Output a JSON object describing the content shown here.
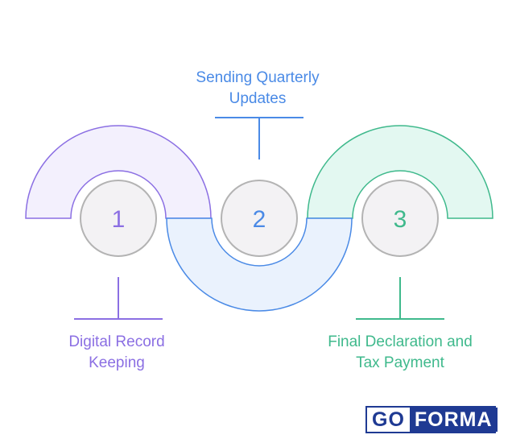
{
  "diagram": {
    "steps": [
      {
        "number": "1",
        "label_lines": [
          "Digital Record",
          "Keeping"
        ],
        "color": "#8b6fe3",
        "fill": "#f3f0fd"
      },
      {
        "number": "2",
        "label_lines": [
          "Sending Quarterly",
          "Updates"
        ],
        "color": "#4a8ae6",
        "fill": "#eaf2fd"
      },
      {
        "number": "3",
        "label_lines": [
          "Final Declaration and",
          "Tax Payment"
        ],
        "color": "#3fb98c",
        "fill": "#e3f8f1"
      }
    ],
    "circle_fill": "#f3f2f4",
    "circle_stroke": "#b3b3b3"
  },
  "logo": {
    "left_text": "GO",
    "right_text": "FORMA",
    "color": "#1f3a93"
  }
}
